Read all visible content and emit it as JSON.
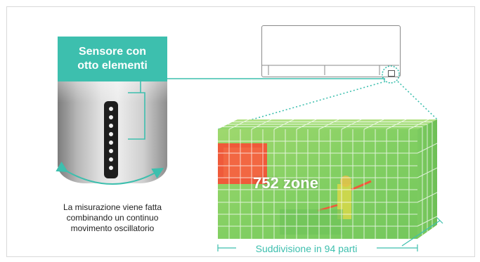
{
  "sensor_label": {
    "line1": "Sensore con",
    "line2": "otto elementi"
  },
  "caption": {
    "line1": "La misurazione viene fatta",
    "line2": "combinando un continuo",
    "line3": "movimento oscillatorio"
  },
  "zones_label": "752 zone",
  "subdivision_label": "Suddivisione in 94 parti",
  "colors": {
    "accent": "#3dbfae",
    "heat_green": "#8ed46a",
    "heat_yellow": "#d8d84a",
    "heat_red": "#ef5a3a"
  }
}
